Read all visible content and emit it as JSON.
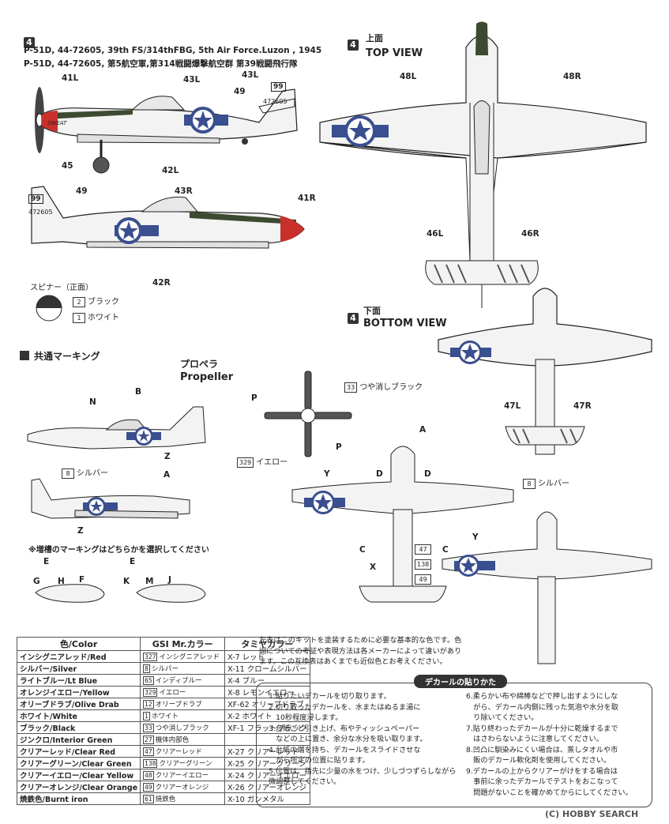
{
  "header": {
    "badge": "4",
    "line1": "P-51D, 44-72605, 39th FS/314thFBG, 5th Air Force.Luzon , 1945",
    "line2": "P-51D, 44-72605, 第5航空軍,第314戦闘爆撃航空群 第39戦闘飛行隊"
  },
  "side_callouts": {
    "c41L": "41L",
    "c43L_a": "43L",
    "c43L_b": "43L",
    "c49_a": "49",
    "c45": "45",
    "c42L": "42L",
    "c49_b": "49",
    "c43R": "43R",
    "c41R": "41R",
    "c42R": "42R",
    "serial": "472605",
    "tail_code": "99",
    "nose_art": "SWEAT"
  },
  "spinner": {
    "title": "スピナー（正面）",
    "items": [
      {
        "num": "2",
        "label": "ブラック"
      },
      {
        "num": "1",
        "label": "ホワイト"
      }
    ]
  },
  "top_view": {
    "badge": "4",
    "jp": "上面",
    "en": "TOP VIEW",
    "c48L": "48L",
    "c48R": "48R",
    "c46L": "46L",
    "c46R": "46R"
  },
  "bottom_view": {
    "badge": "4",
    "jp": "下面",
    "en": "BOTTOM VIEW",
    "c47L": "47L",
    "c47R": "47R"
  },
  "common": {
    "title": "共通マーキング",
    "cN": "N",
    "cB": "B",
    "cZ1": "Z",
    "cA1": "A",
    "cZ2": "Z",
    "silver_num": "8",
    "silver_label": "シルバー",
    "note": "※増槽のマーキングはどちらかを選択してください",
    "tankL": {
      "E": "E",
      "G": "G",
      "H": "H",
      "F": "F"
    },
    "tankR": {
      "E": "E",
      "K": "K",
      "M": "M",
      "J": "J"
    }
  },
  "propeller": {
    "jp": "プロペラ",
    "en": "Propeller",
    "cP1": "P",
    "cP2": "P",
    "black_num": "33",
    "black_label": "つや消しブラック",
    "yellow_num": "329",
    "yellow_label": "イエロー"
  },
  "bottom_center": {
    "cA": "A",
    "cY1": "Y",
    "cD1": "D",
    "cD2": "D",
    "cC1": "C",
    "cX": "X",
    "cC2": "C",
    "cY2": "Y",
    "silver_num": "8",
    "silver_label": "シルバー",
    "nums": [
      "47",
      "138",
      "49"
    ]
  },
  "color_table": {
    "headers": [
      "色/Color",
      "GSI Mr.カラー",
      "タミヤカラー"
    ],
    "rows": [
      {
        "color": "インシグニアレッド/Red",
        "gsi_num": "327",
        "gsi": "インシグニアレッド",
        "tamiya": "X-7 レッド"
      },
      {
        "color": "シルバー/Silver",
        "gsi_num": "8",
        "gsi": "シルバー",
        "tamiya": "X-11 クロームシルバー"
      },
      {
        "color": "ライトブルー/Lt Blue",
        "gsi_num": "65",
        "gsi": "インディブルー",
        "tamiya": "X-4 ブルー"
      },
      {
        "color": "オレンジイエロー/Yellow",
        "gsi_num": "329",
        "gsi": "イエロー",
        "tamiya": "X-8 レモンイエロー"
      },
      {
        "color": "オリーブドラブ/Olive Drab",
        "gsi_num": "12",
        "gsi": "オリーブドラブ",
        "tamiya": "XF-62 オリーブドラブ"
      },
      {
        "color": "ホワイト/White",
        "gsi_num": "1",
        "gsi": "ホワイト",
        "tamiya": "X-2 ホワイト"
      },
      {
        "color": "ブラック/Black",
        "gsi_num": "33",
        "gsi": "つや消しブラック",
        "tamiya": "XF-1 フラットブラック"
      },
      {
        "color": "ジンクロ/Interior Green",
        "gsi_num": "27",
        "gsi": "機体内部色",
        "tamiya": ""
      },
      {
        "color": "クリアーレッド/Clear Red",
        "gsi_num": "47",
        "gsi": "クリアーレッド",
        "tamiya": "X-27 クリアーレッド"
      },
      {
        "color": "クリアーグリーン/Clear Green",
        "gsi_num": "138",
        "gsi": "クリアーグリーン",
        "tamiya": "X-25 クリアーグリーン"
      },
      {
        "color": "クリアーイエロー/Clear Yellow",
        "gsi_num": "48",
        "gsi": "クリアーイエロー",
        "tamiya": "X-24 クリアーイエロー"
      },
      {
        "color": "クリアーオレンジ/Clear Orange",
        "gsi_num": "49",
        "gsi": "クリアーオレンジ",
        "tamiya": "X-26 クリアーオレンジ"
      },
      {
        "color": "焼鉄色/Burnt iron",
        "gsi_num": "61",
        "gsi": "焼鉄色",
        "tamiya": "X-10 ガンメタル"
      }
    ]
  },
  "table_note": "左表はこのキットを塗装するために必要な基本的な色です。色調についての考証や表現方法は各メーカーによって違いがあります。この互換表はあくまでも近似色とお考えください。",
  "decal_instructions": {
    "title": "デカールの貼りかた",
    "left": [
      "1.貼りたいデカールを切り取ります。",
      "2.切り取ったデカールを、水またはぬるま湯に",
      "　10秒程度浸します。",
      "3.台紙ごと引き上げ、布やティッシュペーパー",
      "　などの上に置き、余分な水分を吸い取ります。",
      "4.台紙の端を持ち、デカールをスライドさせな",
      "　がら所定の位置に貼ります。",
      "5.位置は、指先に少量の水をつけ、少しづつずらしながら微調整してください。"
    ],
    "right": [
      "6.柔らかい布や綿棒などで押し出すようにしな",
      "　がら、デカール内側に残った気泡や水分を取",
      "　り除いてください。",
      "7.貼り終わったデカールが十分に乾燥するまで",
      "　はさわらないように注意してください。",
      "8.凹凸に馴染みにくい場合は、蒸しタオルや市",
      "　販のデカール軟化剤を使用してください。",
      "9.デカールの上からクリアーがけをする場合は",
      "　事前に余ったデカールでテストをおこなって",
      "　問題がないことを確かめてからにしてください。"
    ]
  },
  "watermark": {
    "copy": "(C)",
    "brand": "HOBBY SEARCH"
  },
  "colors": {
    "red": "#c8302c",
    "blue": "#3a4f8f",
    "ink": "#222222",
    "fill": "#f3f3f3"
  }
}
